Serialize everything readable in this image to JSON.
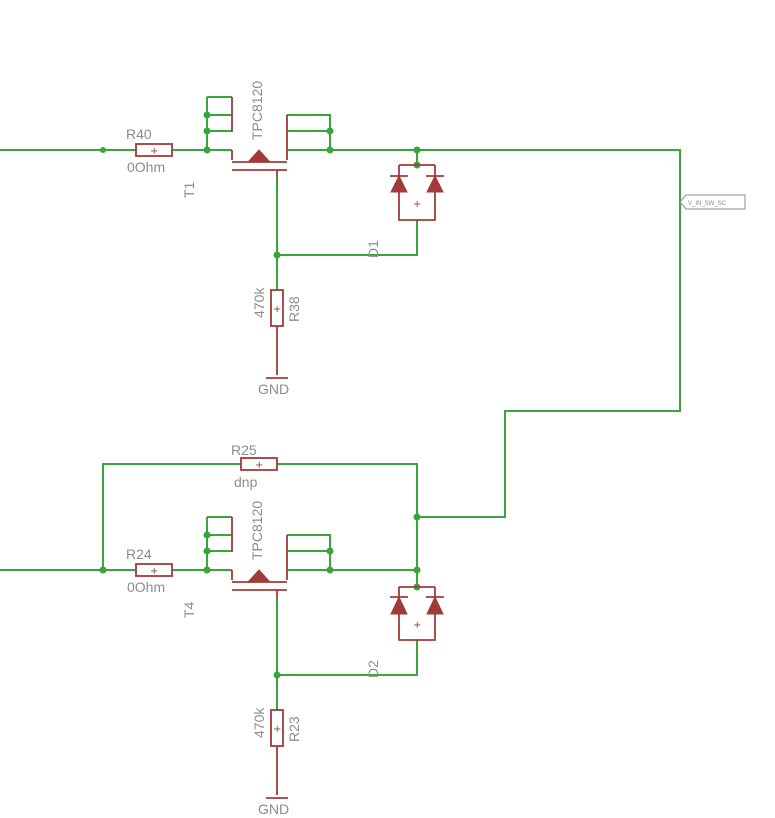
{
  "colors": {
    "wire": "#3aa53a",
    "part": "#a33a3a",
    "text": "#8c8c8c",
    "background": "#ffffff"
  },
  "components": {
    "r40": {
      "name": "R40",
      "value": "0Ohm"
    },
    "t1": {
      "name": "T1",
      "part": "TPC8120"
    },
    "d1": {
      "name": "D1"
    },
    "r38": {
      "name": "R38",
      "value": "470k"
    },
    "gnd_top": {
      "label": "GND"
    },
    "r25": {
      "name": "R25",
      "value": "dnp"
    },
    "r24": {
      "name": "R24",
      "value": "0Ohm"
    },
    "t4": {
      "name": "T4",
      "part": "TPC8120"
    },
    "d2": {
      "name": "D2"
    },
    "r23": {
      "name": "R23",
      "value": "470k"
    },
    "gnd_bottom": {
      "label": "GND"
    }
  },
  "net_label": {
    "text": "V_IN_SW_SC"
  },
  "glyphs": {
    "plus": "+"
  }
}
